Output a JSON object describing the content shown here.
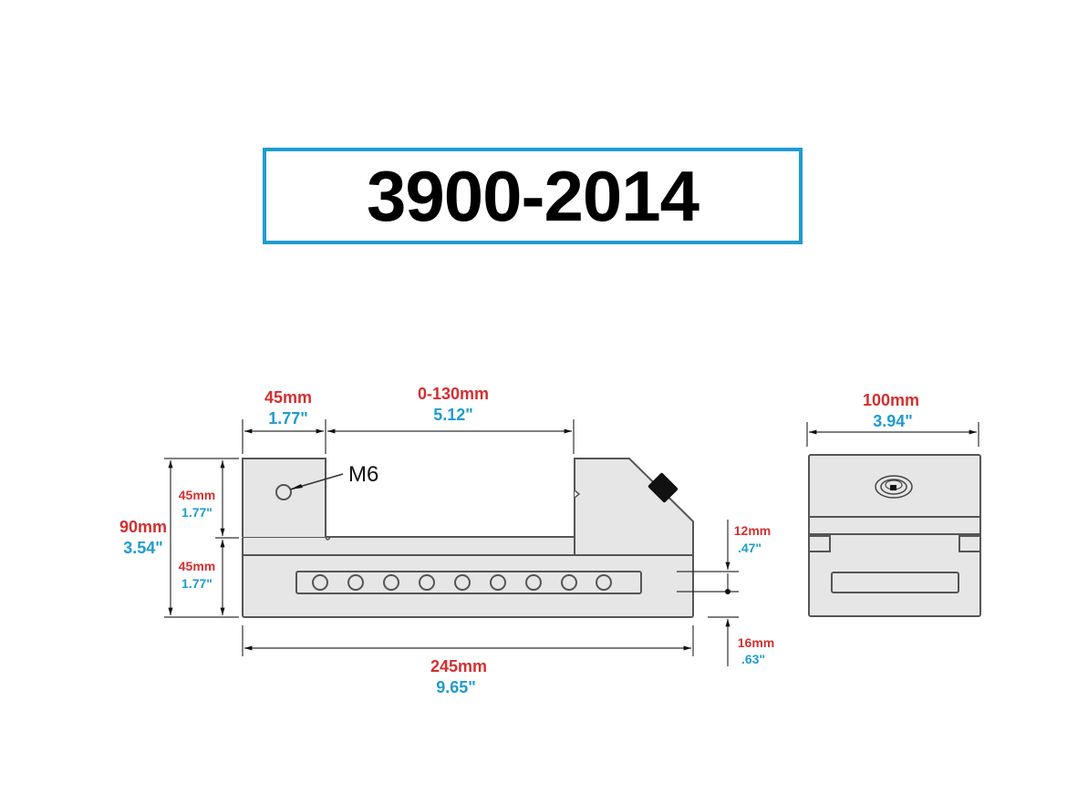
{
  "title": "3900-2014",
  "colors": {
    "title_border": "#1f9bd1",
    "metric_label": "#d32f2f",
    "imperial_label": "#1f9bd1",
    "part_fill": "#e6e6e6",
    "part_outline": "#555555",
    "knob": "#111111"
  },
  "side_view": {
    "dimensions": {
      "fixed_jaw_width": {
        "mm": "45mm",
        "inch": "1.77\""
      },
      "jaw_opening": {
        "mm": "0-130mm",
        "inch": "5.12\""
      },
      "overall_height": {
        "mm": "90mm",
        "inch": "3.54\""
      },
      "upper_height": {
        "mm": "45mm",
        "inch": "1.77\""
      },
      "lower_height": {
        "mm": "45mm",
        "inch": "1.77\""
      },
      "overall_length": {
        "mm": "245mm",
        "inch": "9.65\""
      },
      "slot_upper_offset": {
        "mm": "12mm",
        "inch": ".47\""
      },
      "slot_lower_offset": {
        "mm": "16mm",
        "inch": ".63\""
      }
    },
    "thread_callout": "M6",
    "slot_hole_count": 9
  },
  "end_view": {
    "dimensions": {
      "width": {
        "mm": "100mm",
        "inch": "3.94\""
      }
    }
  }
}
